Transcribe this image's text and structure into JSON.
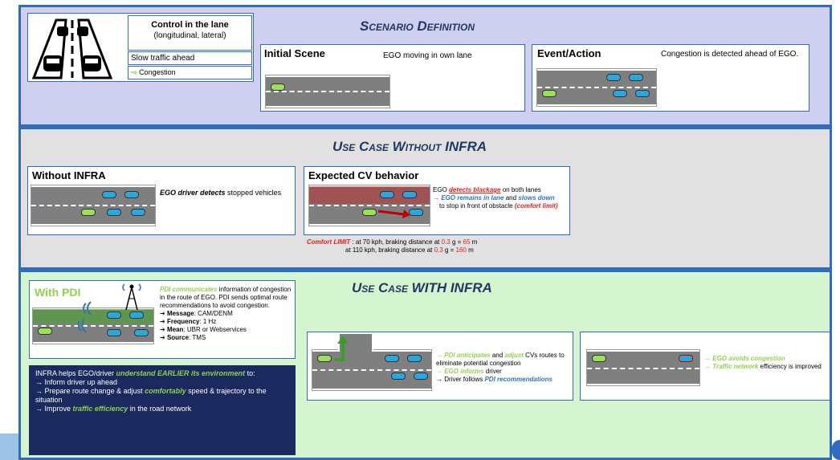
{
  "scenario": {
    "title": "Scenario Definition",
    "control_title": "Control in the lane",
    "control_sub": "(longitudinal, lateral)",
    "slow_traffic": "Slow traffic ahead",
    "congestion": "Congestion",
    "initial_title": "Initial Scene",
    "initial_text": "EGO moving in own lane",
    "event_title": "Event/Action",
    "event_text": "Congestion is detected ahead of EGO."
  },
  "without": {
    "title": "Use Case Without INFRA",
    "card_title": "Without INFRA",
    "driver_bold": "EGO driver detects",
    "driver_rest": " stopped vehicles",
    "cv_title": "Expected CV behavior",
    "cv_l1a": "EGO ",
    "cv_l1b": "detects blackage",
    "cv_l1c": " on both lanes",
    "cv_l2a": "EGO remains in lane",
    "cv_l2b": " and ",
    "cv_l2c": "slows down",
    "cv_l3": "to stop in front of obstacle ",
    "cv_l3b": "(comfort limit)",
    "comfort_label": "Comfort LIMIT",
    "comfort_1a": " : at 70 kph, braking distance at ",
    "comfort_g": "0.3",
    "comfort_1b": " g = ",
    "comfort_1v": "65",
    "comfort_m": " m",
    "comfort_2a": "at 110 kph, braking distance at ",
    "comfort_2v": "160"
  },
  "with": {
    "title": "Use Case WITH INFRA",
    "pdi_title": "With PDI",
    "pdi_comm": "PDI communicates",
    "pdi_text": " information of congestion in the route of EGO. PDI sends optimal route recommendations to avoid congestion.",
    "msg_label": "Message",
    "msg_val": ": CAM/DENM",
    "freq_label": "Frequency",
    "freq_val": ": 1 Hz",
    "mean_label": "Mean",
    "mean_val": ": UBR or Webservices",
    "source_label": "Source",
    "source_val": ": TMS",
    "infra_a": "INFRA helps EGO/driver ",
    "infra_b": "understand EARLIER its environment",
    "infra_c": " to:",
    "infra_1": "Inform driver up ahead",
    "infra_2a": "Prepare route change & adjust ",
    "infra_2b": "comfortably",
    "infra_2c": " speed & trajectory to the situation",
    "infra_3a": "Improve ",
    "infra_3b": "traffic efficiency",
    "infra_3c": " in the road network",
    "mid_1a": "PDI anticipates",
    "mid_1b": " and ",
    "mid_1c": "adjust",
    "mid_1d": " CVs routes to eliminate potential congestion",
    "mid_2a": "EGO informs",
    "mid_2b": " driver",
    "mid_3a": "Driver follows ",
    "mid_3b": "PDI recommendations",
    "right_1": "EGO avoids congestion",
    "right_2a": "Traffic network",
    "right_2b": " efficiency is improved"
  },
  "colors": {
    "band_border": "#2f6bbf",
    "ego": "#9be05a",
    "cv": "#29a8e0",
    "title": "#1f3864"
  }
}
